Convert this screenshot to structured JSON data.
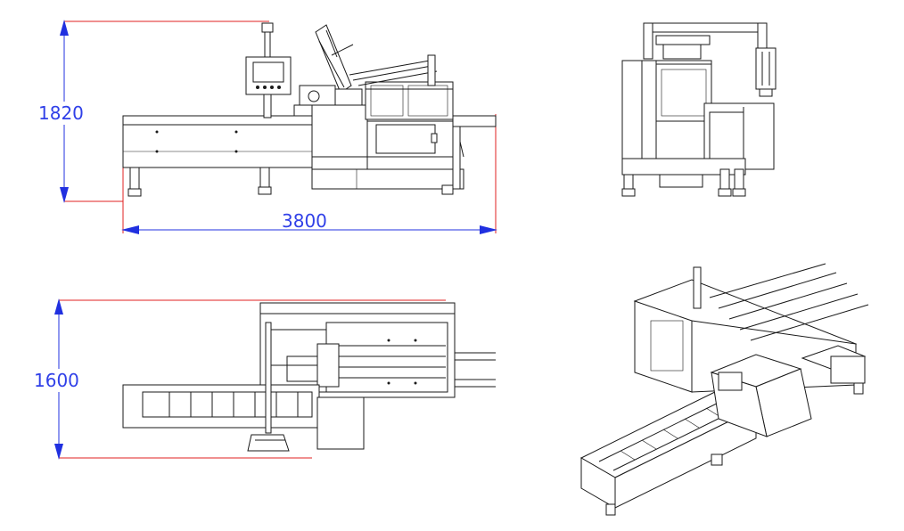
{
  "dimensions": {
    "height": "1820",
    "length": "3800",
    "width": "1600"
  },
  "colors": {
    "extension_lines": "#e02020",
    "dimension_lines": "#2030e0",
    "dimension_text": "#3040e8",
    "linework": "#1a1a1a",
    "background": "#ffffff"
  }
}
